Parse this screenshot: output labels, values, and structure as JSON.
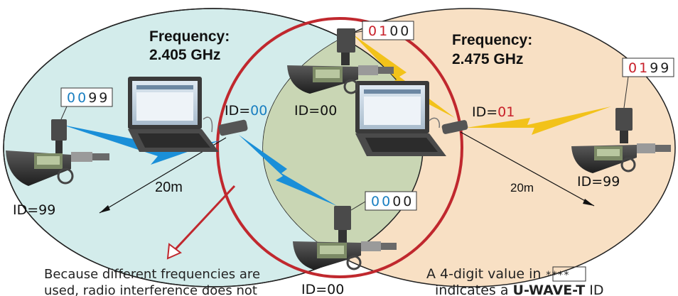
{
  "left_network": {
    "frequency_label": "Frequency:",
    "frequency_value": "2.405 GHz",
    "receiver_id_prefix": "ID=",
    "receiver_id_value": "00",
    "receiver_id_color": "#1a7fc1",
    "range_label": "20m",
    "device_tag_1": "00",
    "device_tag_2": "99",
    "device_id": "ID=99",
    "signal_color": "#1a8fd8",
    "ellipse_color": "#d3eceb"
  },
  "right_network": {
    "frequency_label": "Frequency:",
    "frequency_value": "2.475 GHz",
    "receiver_id_prefix": "ID=",
    "receiver_id_value": "01",
    "receiver_id_color": "#c8202a",
    "range_label": "20m",
    "device_tag_1": "01",
    "device_tag_2": "99",
    "device_id": "ID=99",
    "signal_color": "#f2c21a",
    "ellipse_color": "#f8e0c4"
  },
  "center": {
    "top_device_id": "ID=00",
    "top_tag_1": "01",
    "top_tag_2": "00",
    "bottom_device_id": "ID=00",
    "bottom_tag_1": "00",
    "bottom_tag_2": "00",
    "circle_color": "#c0282e",
    "fill_color": "#c9d6b4"
  },
  "captions": {
    "left_line1": "Because different frequencies are",
    "left_line2": "used, radio interference does not",
    "right_line1_a": "A 4-digit value in ",
    "right_box": "****",
    "right_line2_a": "indicates a ",
    "right_line2_b": "U-WAVE-T",
    "right_line2_c": " ID"
  },
  "colors": {
    "tag_blue": "#1a7fc1",
    "tag_red": "#c8202a",
    "tag_black": "#222222"
  }
}
